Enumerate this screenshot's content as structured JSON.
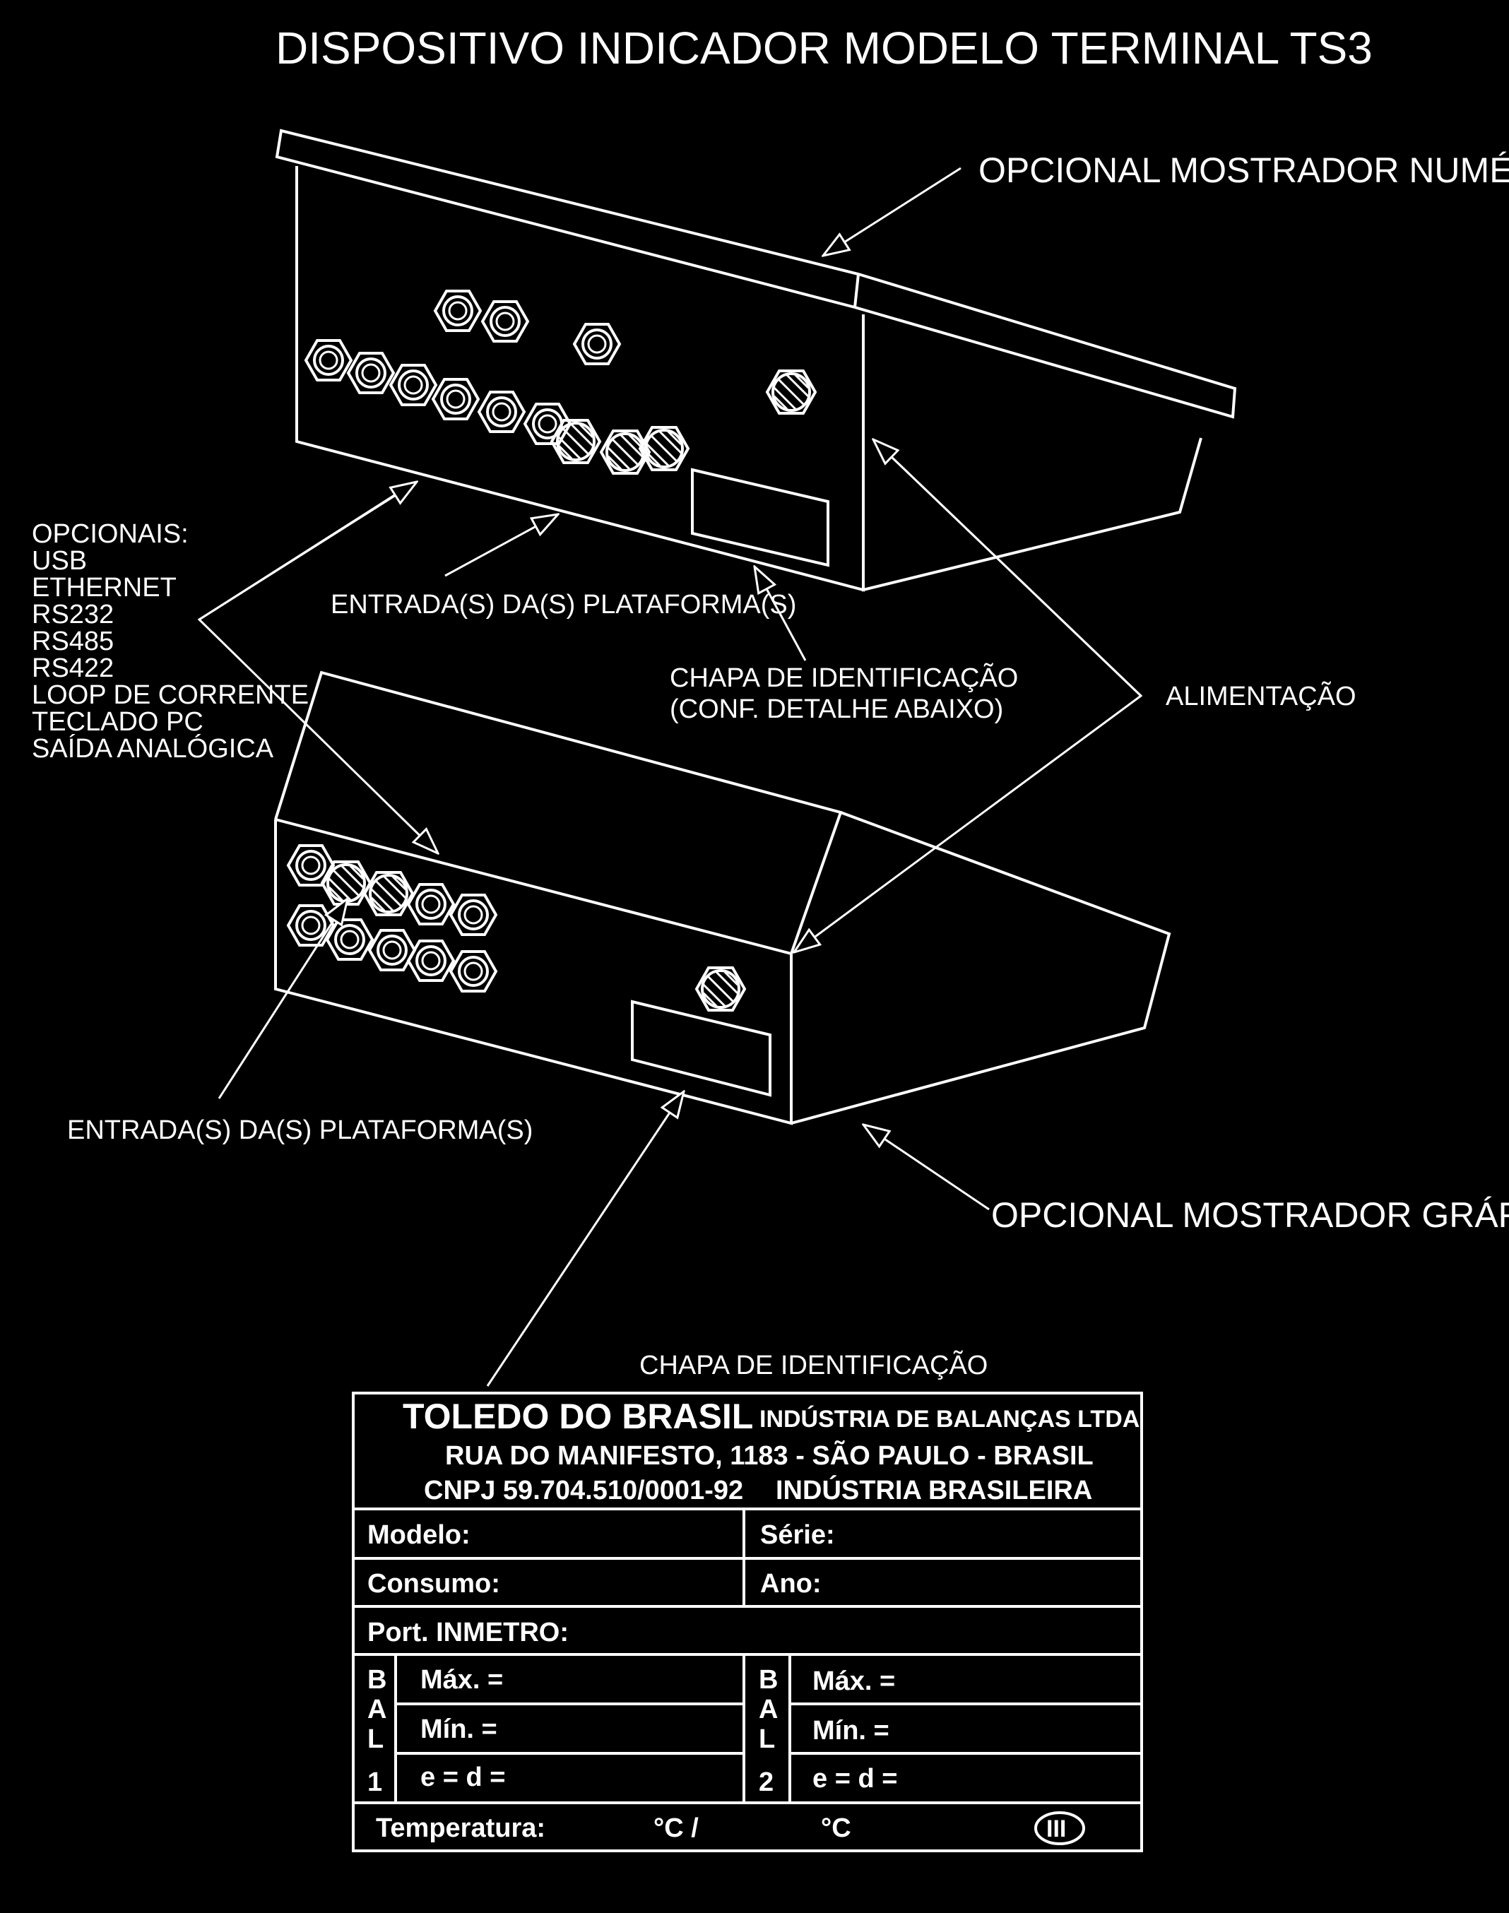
{
  "title": "DISPOSITIVO INDICADOR MODELO TERMINAL TS3",
  "labels": {
    "numeric_display": "OPCIONAL MOSTRADOR NUMÉRICO",
    "graphic_display": "OPCIONAL MOSTRADOR GRÁFICO",
    "platform_inputs_top": "ENTRADA(S) DA(S) PLATAFORMA(S)",
    "platform_inputs_bottom": "ENTRADA(S) DA(S) PLATAFORMA(S)",
    "id_plate_line1": "CHAPA DE IDENTIFICAÇÃO",
    "id_plate_line2": "(CONF. DETALHE ABAIXO)",
    "power": "ALIMENTAÇÃO",
    "id_plate_caption": "CHAPA DE IDENTIFICAÇÃO"
  },
  "options": {
    "heading": "OPCIONAIS:",
    "items": [
      "USB",
      "ETHERNET",
      "RS232",
      "RS485",
      "RS422",
      "LOOP DE CORRENTE",
      "TECLADO PC",
      "SAÍDA ANALÓGICA"
    ]
  },
  "plate": {
    "company": "TOLEDO DO BRASIL",
    "company_sub": "INDÚSTRIA DE BALANÇAS LTDA",
    "address": "RUA DO MANIFESTO, 1183 - SÃO PAULO - BRASIL",
    "cnpj": "CNPJ 59.704.510/0001-92",
    "made_in": "INDÚSTRIA BRASILEIRA",
    "model": "Modelo:",
    "serial": "Série:",
    "consumption": "Consumo:",
    "year": "Ano:",
    "inmetro": "Port. INMETRO:",
    "bal1": [
      "B",
      "A",
      "L",
      "1"
    ],
    "bal2": [
      "B",
      "A",
      "L",
      "2"
    ],
    "max": "Máx. =",
    "min": "Mín. =",
    "ed": "e = d =",
    "temperature": "Temperatura:",
    "temp_unit1": "°C /",
    "temp_unit2": "°C",
    "accuracy_class": "III"
  }
}
